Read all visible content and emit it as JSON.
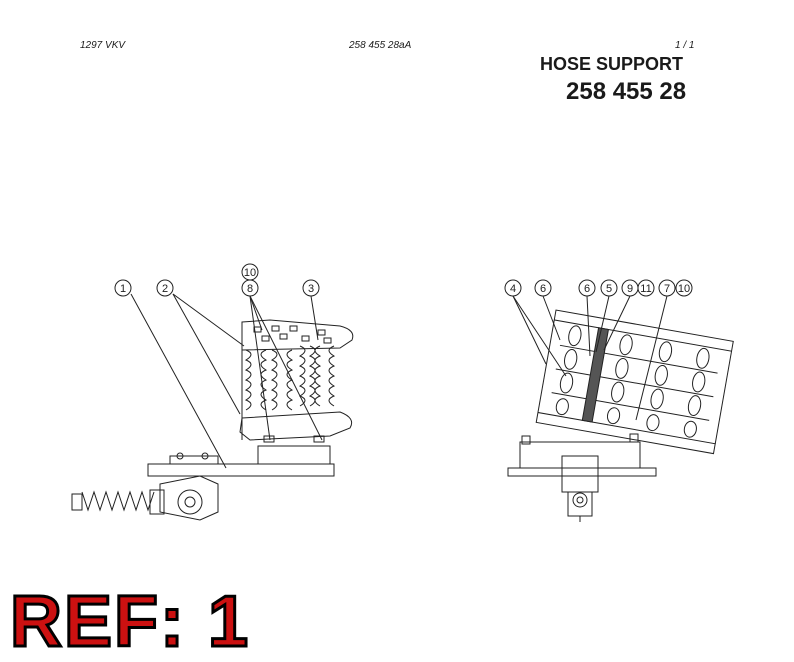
{
  "header": {
    "doc_code": "1297 VKV",
    "doc_number": "258 455 28aA",
    "page": "1  /  1"
  },
  "title": {
    "name": "HOSE SUPPORT",
    "part_number": "258 455 28"
  },
  "callouts": {
    "c1": "1",
    "c2": "2",
    "c3": "3",
    "c4": "4",
    "c5": "5",
    "c6a": "6",
    "c6b": "6",
    "c7": "7",
    "c8": "8",
    "c9": "9",
    "c10a": "10",
    "c10b": "10",
    "c11": "11"
  },
  "ref": "REF: 1"
}
